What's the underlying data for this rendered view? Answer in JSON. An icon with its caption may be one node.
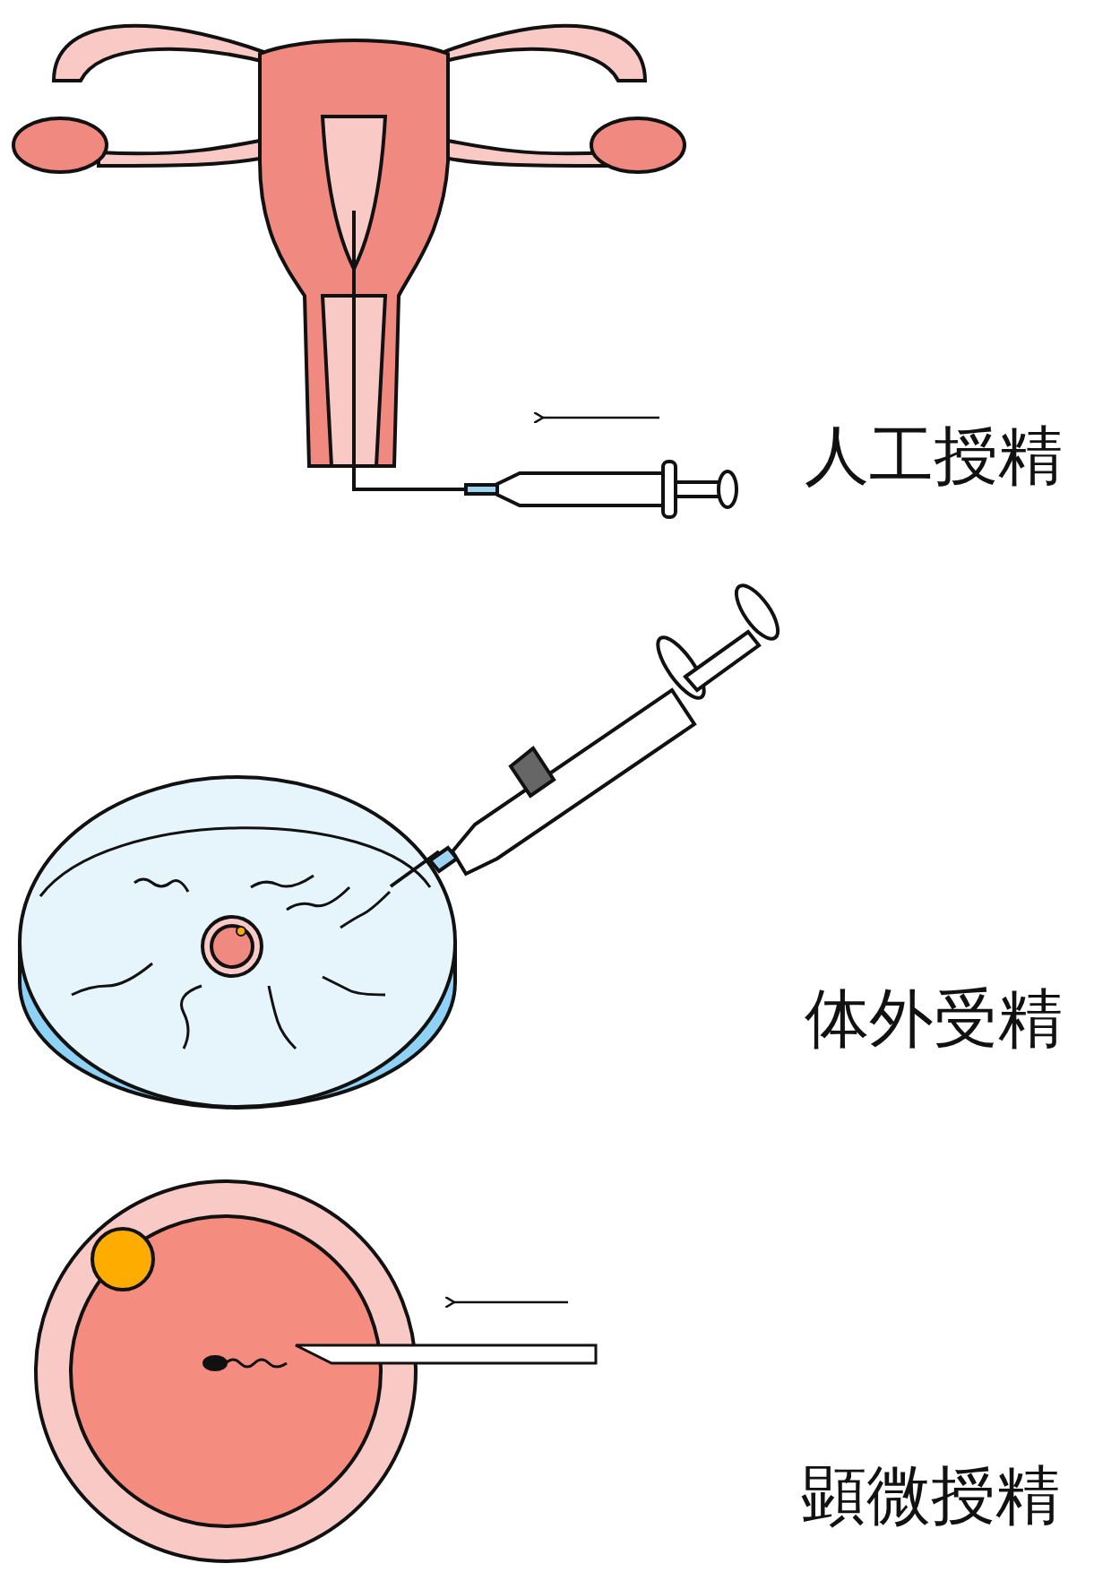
{
  "diagram": {
    "labels": [
      "人工授精",
      "体外受精",
      "顕微授精"
    ]
  }
}
